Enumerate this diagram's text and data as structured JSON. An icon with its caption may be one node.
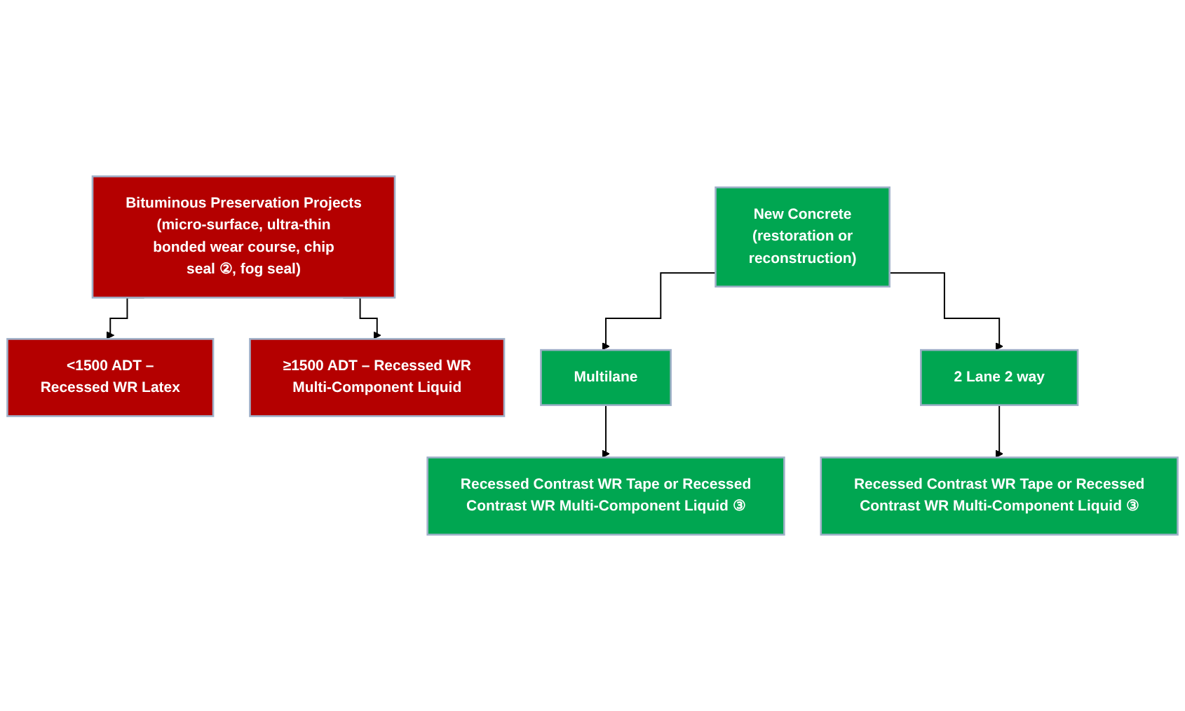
{
  "diagram": {
    "nodes": [
      {
        "text": [
          "Bituminous Preservation Projects",
          "(micro-surface, ultra-thin bonded wear course, chip seal ②, fog seal)"
        ]
      },
      {
        "text": [
          "<1500 ADT – Recessed WR Latex"
        ]
      },
      {
        "text": [
          "≥1500 ADT – Recessed WR Multi-Component Liquid"
        ]
      },
      {
        "text": [
          "New Concrete",
          "(restoration or reconstruction)"
        ]
      },
      {
        "text": [
          "Multilane"
        ]
      },
      {
        "text": [
          "2 Lane 2 way"
        ]
      },
      {
        "text": [
          "Recessed Contrast WR Tape or Recessed Contrast WR Multi-Component Liquid ③"
        ]
      },
      {
        "text": [
          "Recessed Contrast WR Tape or Recessed Contrast WR Multi-Component Liquid ③"
        ]
      }
    ],
    "edges": [
      {
        "from": 0,
        "to": 1,
        "arrow": "to"
      },
      {
        "from": 0,
        "to": 2,
        "arrow": "to"
      },
      {
        "from": 3,
        "to": 4,
        "arrow": "to"
      },
      {
        "from": 3,
        "to": 5,
        "arrow": "to"
      },
      {
        "from": 4,
        "to": 6,
        "arrow": "to"
      },
      {
        "from": 5,
        "to": 7,
        "arrow": "to"
      }
    ]
  }
}
